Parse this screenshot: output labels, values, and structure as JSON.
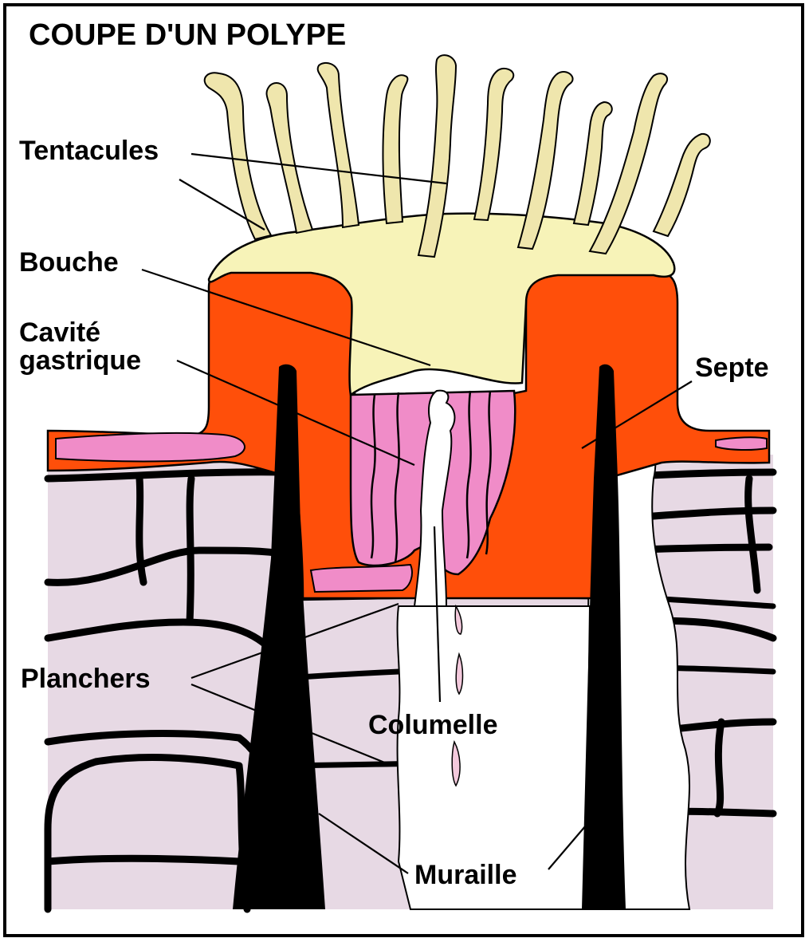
{
  "title": "COUPE D'UN POLYPE",
  "labels": {
    "tentacules": "Tentacules",
    "bouche": "Bouche",
    "cavite_line1": "Cavité",
    "cavite_line2": "gastrique",
    "septe": "Septe",
    "planchers": "Planchers",
    "columelle": "Columelle",
    "muraille": "Muraille"
  },
  "colors": {
    "coenosarc": "#ff4f0a",
    "polyp_body": "#f7f3b8",
    "tentacle": "#efe6ad",
    "gastric_cavity": "#f08cc8",
    "skeleton_background": "#e7d9e4",
    "wall": "#000000",
    "columella": "#ffffff"
  }
}
